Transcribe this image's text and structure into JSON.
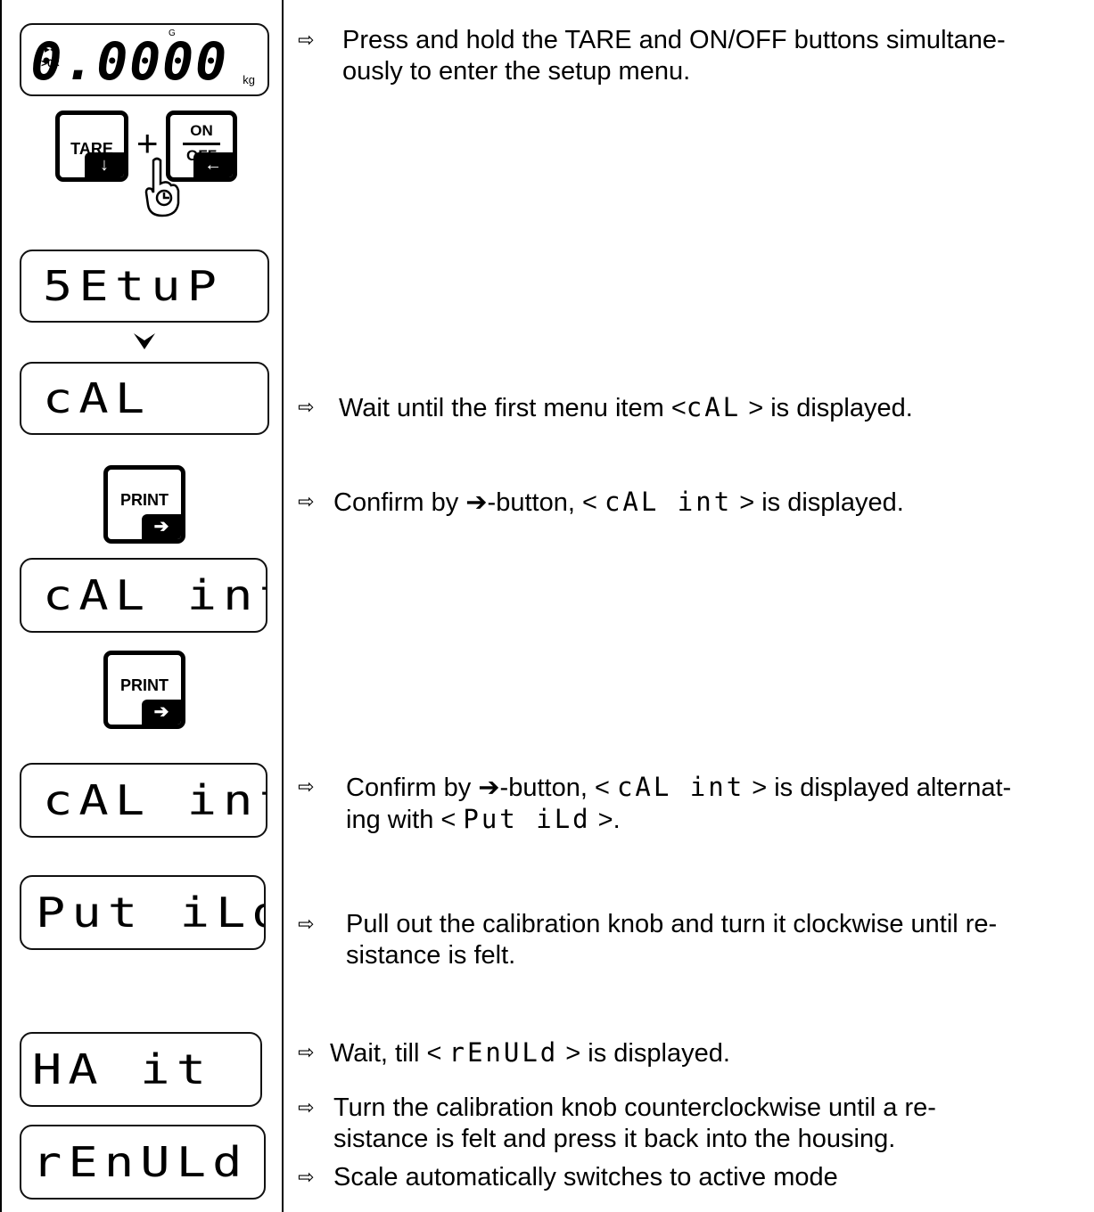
{
  "display_initial": {
    "value": "0.0000",
    "unit": "kg",
    "indicator_g": "G",
    "zero_indicator": ">0<"
  },
  "buttons": {
    "tare": {
      "label": "TARE",
      "sub": "↓"
    },
    "plus": "+",
    "onoff": {
      "top": "ON",
      "bottom": "OFF",
      "sub": "←"
    },
    "print_1": {
      "label": "PRINT",
      "sub": "➔"
    },
    "print_2": {
      "label": "PRINT",
      "sub": "➔"
    }
  },
  "displays": {
    "setup": "5EtuP",
    "cal": "cAL",
    "cal_int_1": "cAL int",
    "cal_int_2": "cAL int",
    "put_ild": "Put iLd",
    "wait": "HA it",
    "renuld": "rEnULd"
  },
  "steps": {
    "s1": {
      "arrow": "⇨",
      "text_a": "Press and hold the TARE and ON/OFF buttons simultane-",
      "text_b": "ously to enter the setup menu."
    },
    "s2": {
      "arrow": "⇨",
      "pre": "Wait until the first menu item <",
      "seg": "cAL",
      "post": " > is displayed."
    },
    "s3": {
      "arrow": "⇨",
      "pre": "Confirm by ➔-button, < ",
      "seg": "cAL int",
      "post": " > is displayed."
    },
    "s4": {
      "arrow": "⇨",
      "pre": "Confirm by ➔-button, < ",
      "seg": "cAL int",
      "post": " > is displayed alternat-",
      "line2_pre": "ing with < ",
      "line2_seg": "Put iLd",
      "line2_post": " >."
    },
    "s5": {
      "arrow": "⇨",
      "text_a": "Pull out the calibration knob and turn it clockwise until re-",
      "text_b": "sistance is felt."
    },
    "s6": {
      "arrow": "⇨",
      "pre": "Wait, till < ",
      "seg": "rEnULd",
      "post": " > is displayed."
    },
    "s7": {
      "arrow": "⇨",
      "text_a": "Turn the calibration knob counterclockwise until a re-",
      "text_b": "sistance is felt and press it back into the housing."
    },
    "s8": {
      "arrow": "⇨",
      "text_a": "Scale automatically switches to active mode"
    }
  }
}
